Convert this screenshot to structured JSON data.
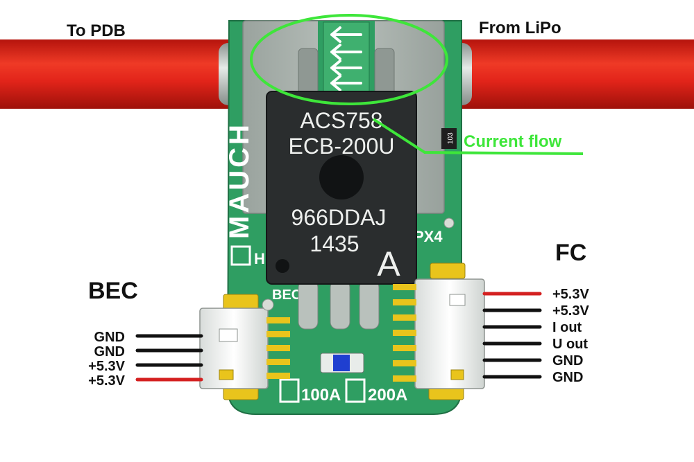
{
  "labels": {
    "to_pdb": "To PDB",
    "from_lipo": "From LiPo",
    "current_flow": "Current flow",
    "bec": "BEC",
    "fc": "FC"
  },
  "chip": {
    "line1": "ACS758",
    "line2": "ECB-200U",
    "line3": "966DDAJ",
    "line4": "1435",
    "mark": "A"
  },
  "board": {
    "silk_brand": "MAUCH",
    "silk_h": "H",
    "silk_px4": "PX4",
    "silk_bec": "BEC",
    "option_100a": "100A",
    "option_200a": "200A",
    "resistor_code": "103"
  },
  "bec_pins": [
    {
      "label": "GND",
      "wire_color": "#111111"
    },
    {
      "label": "GND",
      "wire_color": "#111111"
    },
    {
      "label": "+5.3V",
      "wire_color": "#111111"
    },
    {
      "label": "+5.3V",
      "wire_color": "#d42020"
    }
  ],
  "fc_pins": [
    {
      "label": "+5.3V",
      "wire_color": "#d42020"
    },
    {
      "label": "+5.3V",
      "wire_color": "#111111"
    },
    {
      "label": "I out",
      "wire_color": "#111111"
    },
    {
      "label": "U out",
      "wire_color": "#111111"
    },
    {
      "label": "GND",
      "wire_color": "#111111"
    },
    {
      "label": "GND",
      "wire_color": "#111111"
    }
  ],
  "colors": {
    "cable": "#e2241a",
    "pcb": "#2f9e62",
    "highlight": "#3ee63a",
    "chip": "#2a2d2e",
    "bus_bar": "#a7b0ab"
  }
}
